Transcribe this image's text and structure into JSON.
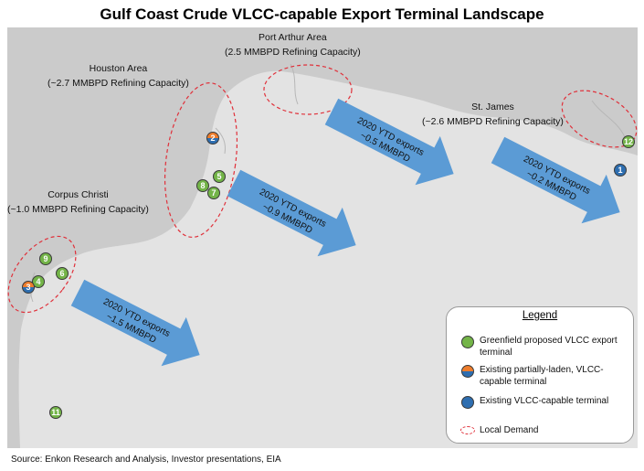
{
  "title": "Gulf Coast Crude VLCC-capable Export Terminal Landscape",
  "regions": {
    "port_arthur": {
      "name": "Port Arthur Area",
      "capacity": "(2.5 MMBPD Refining Capacity)"
    },
    "houston": {
      "name": "Houston Area",
      "capacity": "(~2.7 MMBPD Refining Capacity)"
    },
    "corpus_christi": {
      "name": "Corpus Christi",
      "capacity": "(~1.0 MMBPD Refining Capacity)"
    },
    "st_james": {
      "name": "St. James",
      "capacity": "(~2.6 MMBPD Refining Capacity)"
    }
  },
  "flows": {
    "port_arthur": {
      "line1": "2020 YTD exports",
      "line2": "~0.5 MMBPD"
    },
    "houston": {
      "line1": "2020 YTD exports",
      "line2": "~0.9 MMBPD"
    },
    "corpus_christi": {
      "line1": "2020 YTD exports",
      "line2": "~1.5 MMBPD"
    },
    "st_james": {
      "line1": "2020 YTD exports",
      "line2": "~0.2 MMBPD"
    }
  },
  "terminals": {
    "t1": {
      "label": "1",
      "type": "existing"
    },
    "t2": {
      "label": "2",
      "type": "partial"
    },
    "t3": {
      "label": "3",
      "type": "partial"
    },
    "t4": {
      "label": "4",
      "type": "greenfield"
    },
    "t5": {
      "label": "5",
      "type": "greenfield"
    },
    "t6": {
      "label": "6",
      "type": "greenfield"
    },
    "t7": {
      "label": "7",
      "type": "greenfield"
    },
    "t8": {
      "label": "8",
      "type": "greenfield"
    },
    "t9": {
      "label": "9",
      "type": "greenfield"
    },
    "t11": {
      "label": "11",
      "type": "greenfield"
    },
    "t12": {
      "label": "12",
      "type": "greenfield"
    }
  },
  "legend": {
    "title": "Legend",
    "items": {
      "greenfield": "Greenfield proposed VLCC export terminal",
      "partial": "Existing partially-laden, VLCC-capable terminal",
      "existing": "Existing VLCC-capable terminal",
      "demand": "Local Demand"
    }
  },
  "colors": {
    "greenfield": "#73b448",
    "existing": "#2e6eb0",
    "partial_top": "#ee7d2c",
    "arrow": "#5b9bd5",
    "demand": "#e0303a"
  },
  "source": "Source:  Enkon Research and Analysis, Investor presentations, EIA"
}
